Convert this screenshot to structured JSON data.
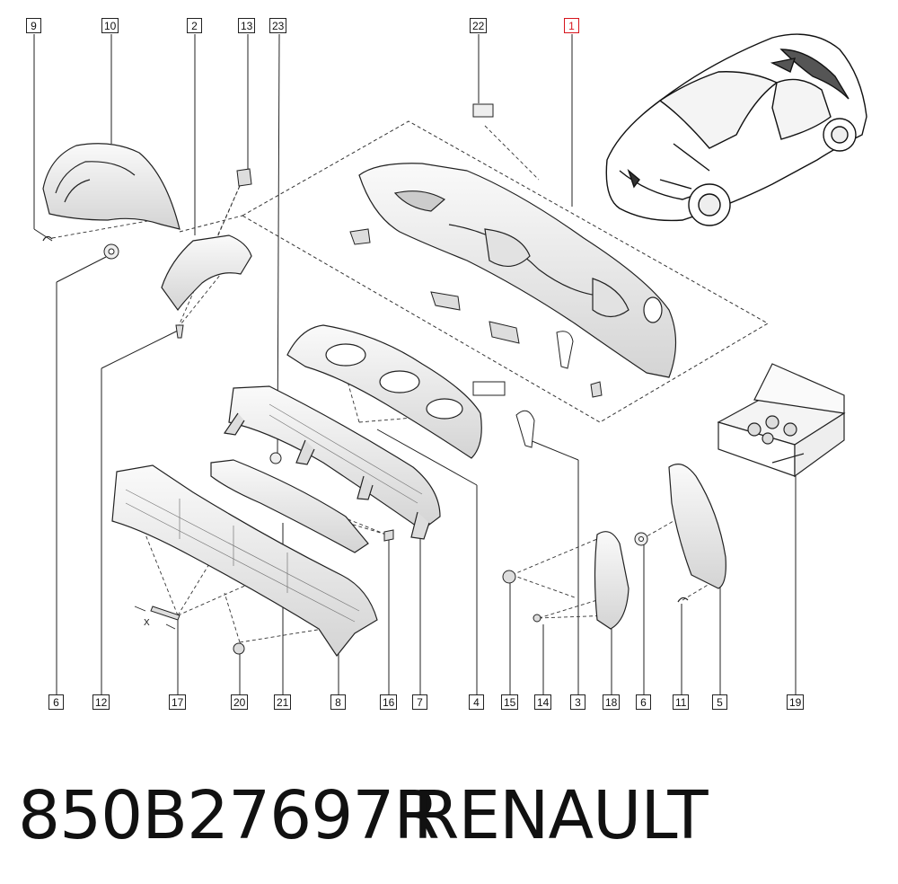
{
  "callouts": {
    "top": [
      "9",
      "10",
      "2",
      "13",
      "23",
      "22",
      "1"
    ],
    "bottom": [
      "6",
      "12",
      "17",
      "20",
      "21",
      "8",
      "16",
      "7",
      "4",
      "15",
      "14",
      "3",
      "18",
      "6",
      "11",
      "5",
      "19"
    ],
    "highlighted": "1",
    "dimension_label": "X"
  },
  "caption": {
    "part_number": "850B27697R",
    "brand": "RENAULT"
  },
  "colors": {
    "line": "#222222",
    "highlight": "#d6141c",
    "part_fill": "#f2f2f2",
    "part_shade": "#d9d9d9"
  }
}
